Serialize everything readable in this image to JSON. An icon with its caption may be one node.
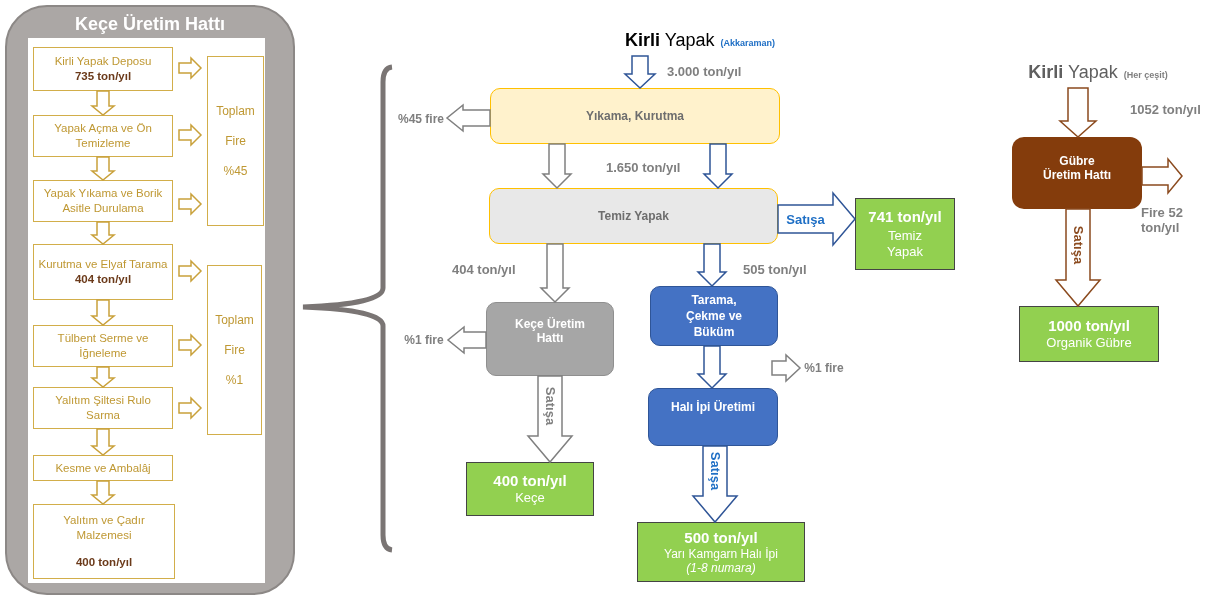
{
  "diagram": {
    "nodes": [
      {
        "text": [
          "Keçe Üretim Hattı"
        ]
      },
      {
        "text": [
          "Kirli Yapak Deposu",
          "735 ton/yıl"
        ],
        "in": 0
      },
      {
        "text": [
          "Yapak Açma ve Ön Temizleme"
        ],
        "in": 0
      },
      {
        "text": [
          "Yapak Yıkama ve Borik Asitle Durulama"
        ],
        "in": 0
      },
      {
        "text": [
          "Kurutma ve Elyaf Tarama",
          "404 ton/yıl"
        ],
        "in": 0
      },
      {
        "text": [
          "Tülbent Serme ve İğneleme"
        ],
        "in": 0
      },
      {
        "text": [
          "Yalıtım Şiltesi Rulo Sarma"
        ],
        "in": 0
      },
      {
        "text": [
          "Kesme ve Ambalâj"
        ],
        "in": 0
      },
      {
        "text": [
          "Yalıtım ve Çadır Malzemesi",
          "400 ton/yıl"
        ],
        "in": 0
      },
      {
        "text": [
          "Toplam",
          "Fire",
          "%45"
        ],
        "in": 0
      },
      {
        "text": [
          "Toplam",
          "Fire",
          "%1"
        ],
        "in": 0
      },
      {
        "text": [
          "**Kirli** Yapak",
          "(Akkaraman)"
        ]
      },
      {
        "text": [
          "Yıkama, Kurutma"
        ]
      },
      {
        "text": [
          "%45 fire"
        ]
      },
      {
        "text": [
          "Temiz Yapak"
        ]
      },
      {
        "text": [
          "741 ton/yıl",
          "Temiz Yapak"
        ]
      },
      {
        "text": [
          "Keçe Üretim Hattı"
        ]
      },
      {
        "text": [
          "%1 fire"
        ]
      },
      {
        "text": [
          "Tarama, Çekme ve Büküm"
        ]
      },
      {
        "text": [
          "Halı İpi Üretimi"
        ]
      },
      {
        "text": [
          "%1 fire"
        ]
      },
      {
        "text": [
          "400 ton/yıl",
          "Keçe"
        ]
      },
      {
        "text": [
          "500 ton/yıl",
          "Yarı Kamgarn Halı İpi *(1-8 numara)*"
        ]
      },
      {
        "text": [
          "**Kirli** Yapak",
          "(Her çeşit)"
        ]
      },
      {
        "text": [
          "Gübre Üretim Hattı"
        ]
      },
      {
        "text": [
          "1000 ton/yıl",
          "Organik Gübre"
        ]
      }
    ],
    "edges": [
      {
        "from": 1,
        "to": 2,
        "arrow": "to"
      },
      {
        "from": 2,
        "to": 3,
        "arrow": "to"
      },
      {
        "from": 3,
        "to": 4,
        "arrow": "to"
      },
      {
        "from": 4,
        "to": 5,
        "arrow": "to"
      },
      {
        "from": 5,
        "to": 6,
        "arrow": "to"
      },
      {
        "from": 6,
        "to": 7,
        "arrow": "to"
      },
      {
        "from": 7,
        "to": 8,
        "arrow": "to"
      },
      {
        "from": 1,
        "to": 9,
        "arrow": "to"
      },
      {
        "from": 2,
        "to": 9,
        "arrow": "to"
      },
      {
        "from": 3,
        "to": 9,
        "arrow": "to"
      },
      {
        "from": 4,
        "to": 10,
        "arrow": "to"
      },
      {
        "from": 5,
        "to": 10,
        "arrow": "to"
      },
      {
        "from": 6,
        "to": 10,
        "arrow": "to"
      },
      {
        "from": 11,
        "to": 12,
        "arrow": "to",
        "label": "3.000 ton/yıl",
        "color": "#2f5597"
      },
      {
        "from": 12,
        "to": 13,
        "arrow": "to",
        "color": "#808080"
      },
      {
        "from": 12,
        "to": 14,
        "arrow": "to",
        "color": "#808080"
      },
      {
        "from": 12,
        "to": 14,
        "arrow": "to",
        "label": "1.650 ton/yıl",
        "color": "#2f5597"
      },
      {
        "from": 14,
        "to": 15,
        "arrow": "to",
        "label": "Satışa",
        "color": "#2f5597"
      },
      {
        "from": 14,
        "to": 16,
        "arrow": "to",
        "label": "404 ton/yıl",
        "color": "#808080"
      },
      {
        "from": 14,
        "to": 18,
        "arrow": "to",
        "label": "505 ton/yıl",
        "color": "#2f5597"
      },
      {
        "from": 16,
        "to": 17,
        "arrow": "to",
        "color": "#808080"
      },
      {
        "from": 16,
        "to": 21,
        "arrow": "to",
        "label": "Satışa",
        "color": "#808080"
      },
      {
        "from": 18,
        "to": 19,
        "arrow": "to",
        "color": "#2f5597"
      },
      {
        "from": null,
        "to": 20,
        "arrow": "to",
        "color": "#808080"
      },
      {
        "from": 19,
        "to": 22,
        "arrow": "to",
        "label": "Satışa",
        "color": "#2f5597"
      },
      {
        "from": 23,
        "to": 24,
        "arrow": "to",
        "label": "1052 ton/yıl",
        "color": "#8b4a1e"
      },
      {
        "from": 24,
        "to": null,
        "arrow": "to",
        "color": "#8b4a1e"
      },
      {
        "from": 24,
        "to": 25,
        "arrow": "to",
        "label": "Satışa",
        "color": "#8b4a1e"
      }
    ],
    "labels": [
      "Fire 52 ton/yıl"
    ]
  }
}
